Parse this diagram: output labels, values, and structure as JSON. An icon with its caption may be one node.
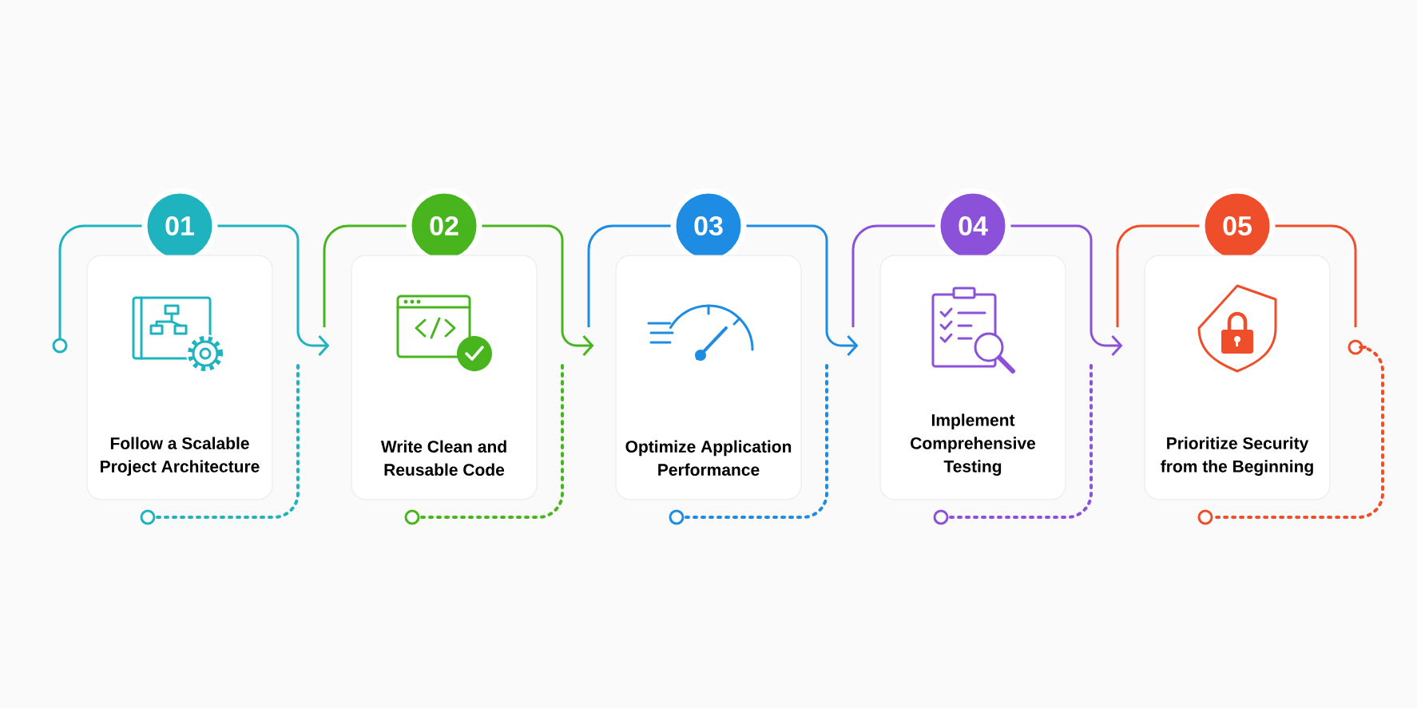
{
  "diagram": {
    "nodes": [
      {
        "text": [
          "01"
        ]
      },
      {
        "text": [
          "Follow a Scalable Project Architecture"
        ]
      },
      {
        "text": [
          "02"
        ]
      },
      {
        "text": [
          "Write Clean and Reusable Code"
        ]
      },
      {
        "text": [
          "03"
        ]
      },
      {
        "text": [
          "Optimize Application Performance"
        ]
      },
      {
        "text": [
          "04"
        ]
      },
      {
        "text": [
          "Implement Comprehensive Testing"
        ]
      },
      {
        "text": [
          "05"
        ]
      },
      {
        "text": [
          "Prioritize Security from the Beginning"
        ]
      }
    ],
    "edges": [
      {
        "from": 0,
        "to": 3,
        "arrow": "to",
        "color": "#1fb3bf"
      },
      {
        "from": 2,
        "to": 5,
        "arrow": "to",
        "color": "#48b51f"
      },
      {
        "from": 4,
        "to": 7,
        "arrow": "to",
        "color": "#1e8ce3"
      },
      {
        "from": 6,
        "to": 9,
        "arrow": "to",
        "color": "#8b52d9"
      }
    ]
  }
}
